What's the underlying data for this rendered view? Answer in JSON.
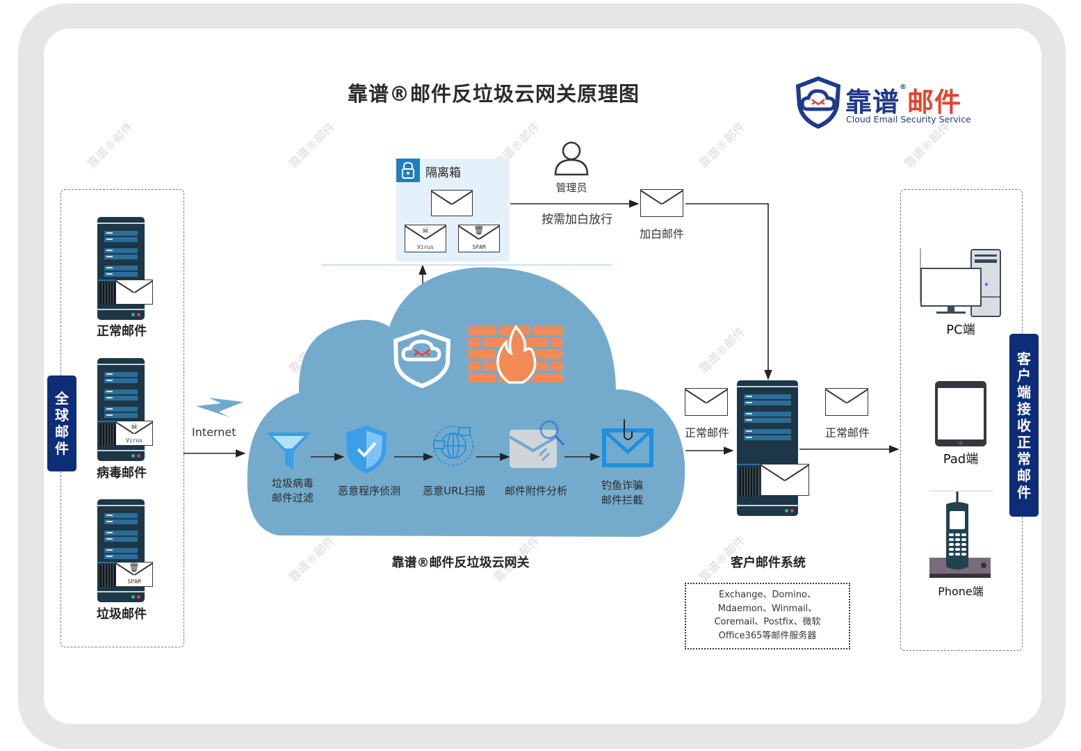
{
  "title": "靠谱®邮件反垃圾云网关原理图",
  "logo": {
    "brand_part1": "靠谱",
    "registered_mark": "®",
    "brand_part2": "邮件",
    "tagline": "Cloud Email Security Service",
    "colors": {
      "navy": "#1f3a8a",
      "red": "#e8412c"
    }
  },
  "watermark_text": "靠谱®邮件",
  "left_panel": {
    "side_label": "全球邮件",
    "senders": [
      {
        "label": "正常邮件",
        "badge": ""
      },
      {
        "label": "病毒邮件",
        "badge": "Virus"
      },
      {
        "label": "垃圾邮件",
        "badge": "SPAM"
      }
    ]
  },
  "internet_label": "Internet",
  "quarantine": {
    "title": "隔离箱",
    "virus_badge": "Virus",
    "spam_badge": "SPAM"
  },
  "admin": {
    "label": "管理员"
  },
  "release_action": "按需加白放行",
  "whitelisted_mail": "加白邮件",
  "gateway": {
    "name": "靠谱®邮件反垃圾云网关",
    "steps": [
      {
        "label_line1": "垃圾病毒",
        "label_line2": "邮件过滤"
      },
      {
        "label_line1": "恶意程序侦测",
        "label_line2": ""
      },
      {
        "label_line1": "恶意URL扫描",
        "label_line2": ""
      },
      {
        "label_line1": "邮件附件分析",
        "label_line2": ""
      },
      {
        "label_line1": "钓鱼诈骗",
        "label_line2": "邮件拦截"
      }
    ],
    "colors": {
      "cloud": "#74abcc",
      "firewall": "#f28a57"
    }
  },
  "normal_mail_in": "正常邮件",
  "normal_mail_out": "正常邮件",
  "customer_system": {
    "title": "客户邮件系统",
    "servers_lines": [
      "Exchange、Domino、",
      "Mdaemon、Winmail、",
      "Coremail、Postfix、微软",
      "Office365等邮件服务器"
    ]
  },
  "right_panel": {
    "side_label": "客户端接收正常邮件",
    "clients": [
      {
        "label": "PC端"
      },
      {
        "label": "Pad端"
      },
      {
        "label": "Phone端"
      }
    ]
  }
}
